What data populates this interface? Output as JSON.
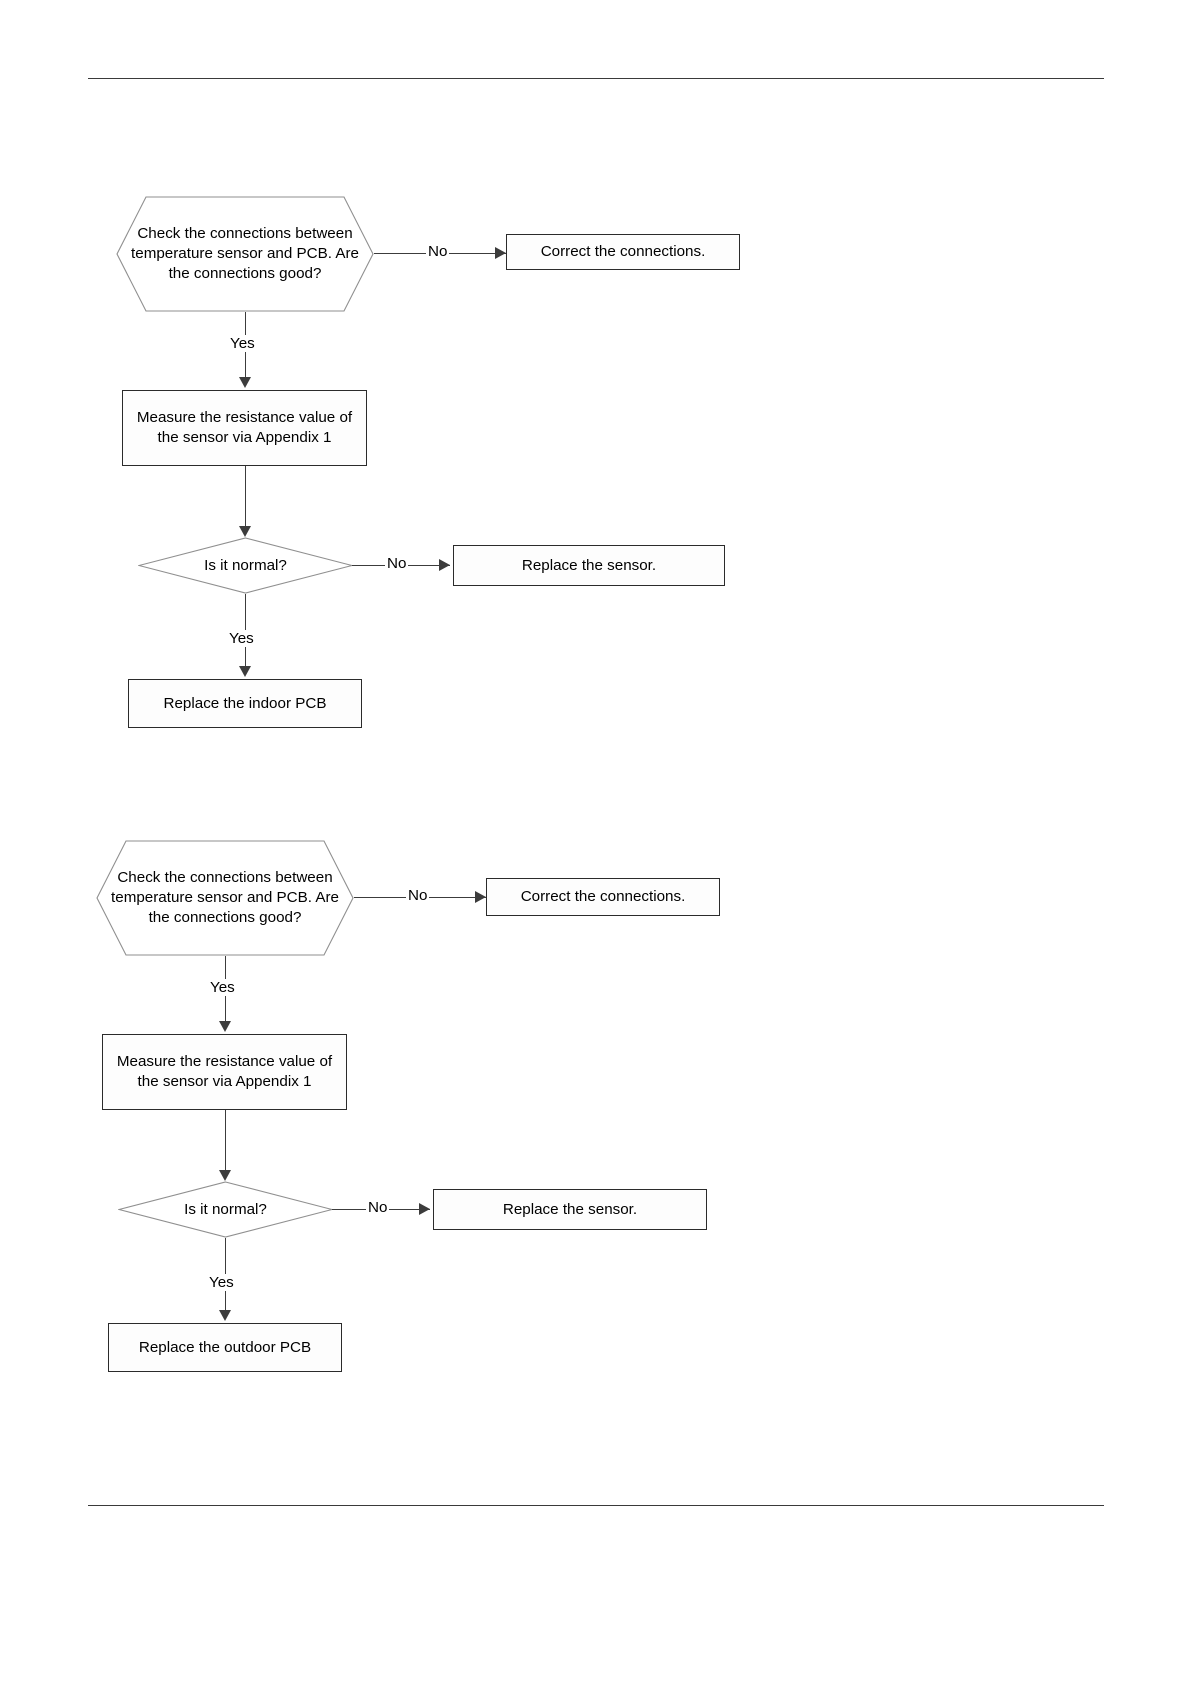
{
  "page": {
    "background": "#ffffff",
    "rule_color": "#3a3a3a",
    "line_color": "#3c3c3c",
    "text_color": "#000000"
  },
  "flowcharts": [
    {
      "id": "indoor-sensor-troubleshooting",
      "nodes": {
        "decision_connections": "Check the connections between temperature sensor and PCB. Are the connections good?",
        "action_correct": "Correct the connections.",
        "process_measure": "Measure the resistance value of the sensor via Appendix 1",
        "decision_normal": "Is it normal?",
        "action_replace_sensor": "Replace the sensor.",
        "action_replace_pcb": "Replace the indoor PCB"
      },
      "edges": {
        "connections_no": "No",
        "connections_yes": "Yes",
        "normal_no": "No",
        "normal_yes": "Yes"
      }
    },
    {
      "id": "outdoor-sensor-troubleshooting",
      "nodes": {
        "decision_connections": "Check the connections between temperature sensor and PCB. Are the connections good?",
        "action_correct": "Correct the connections.",
        "process_measure": "Measure the resistance value of the sensor via Appendix 1",
        "decision_normal": "Is it normal?",
        "action_replace_sensor": "Replace the sensor.",
        "action_replace_pcb": "Replace the outdoor PCB"
      },
      "edges": {
        "connections_no": "No",
        "connections_yes": "Yes",
        "normal_no": "No",
        "normal_yes": "Yes"
      }
    }
  ]
}
